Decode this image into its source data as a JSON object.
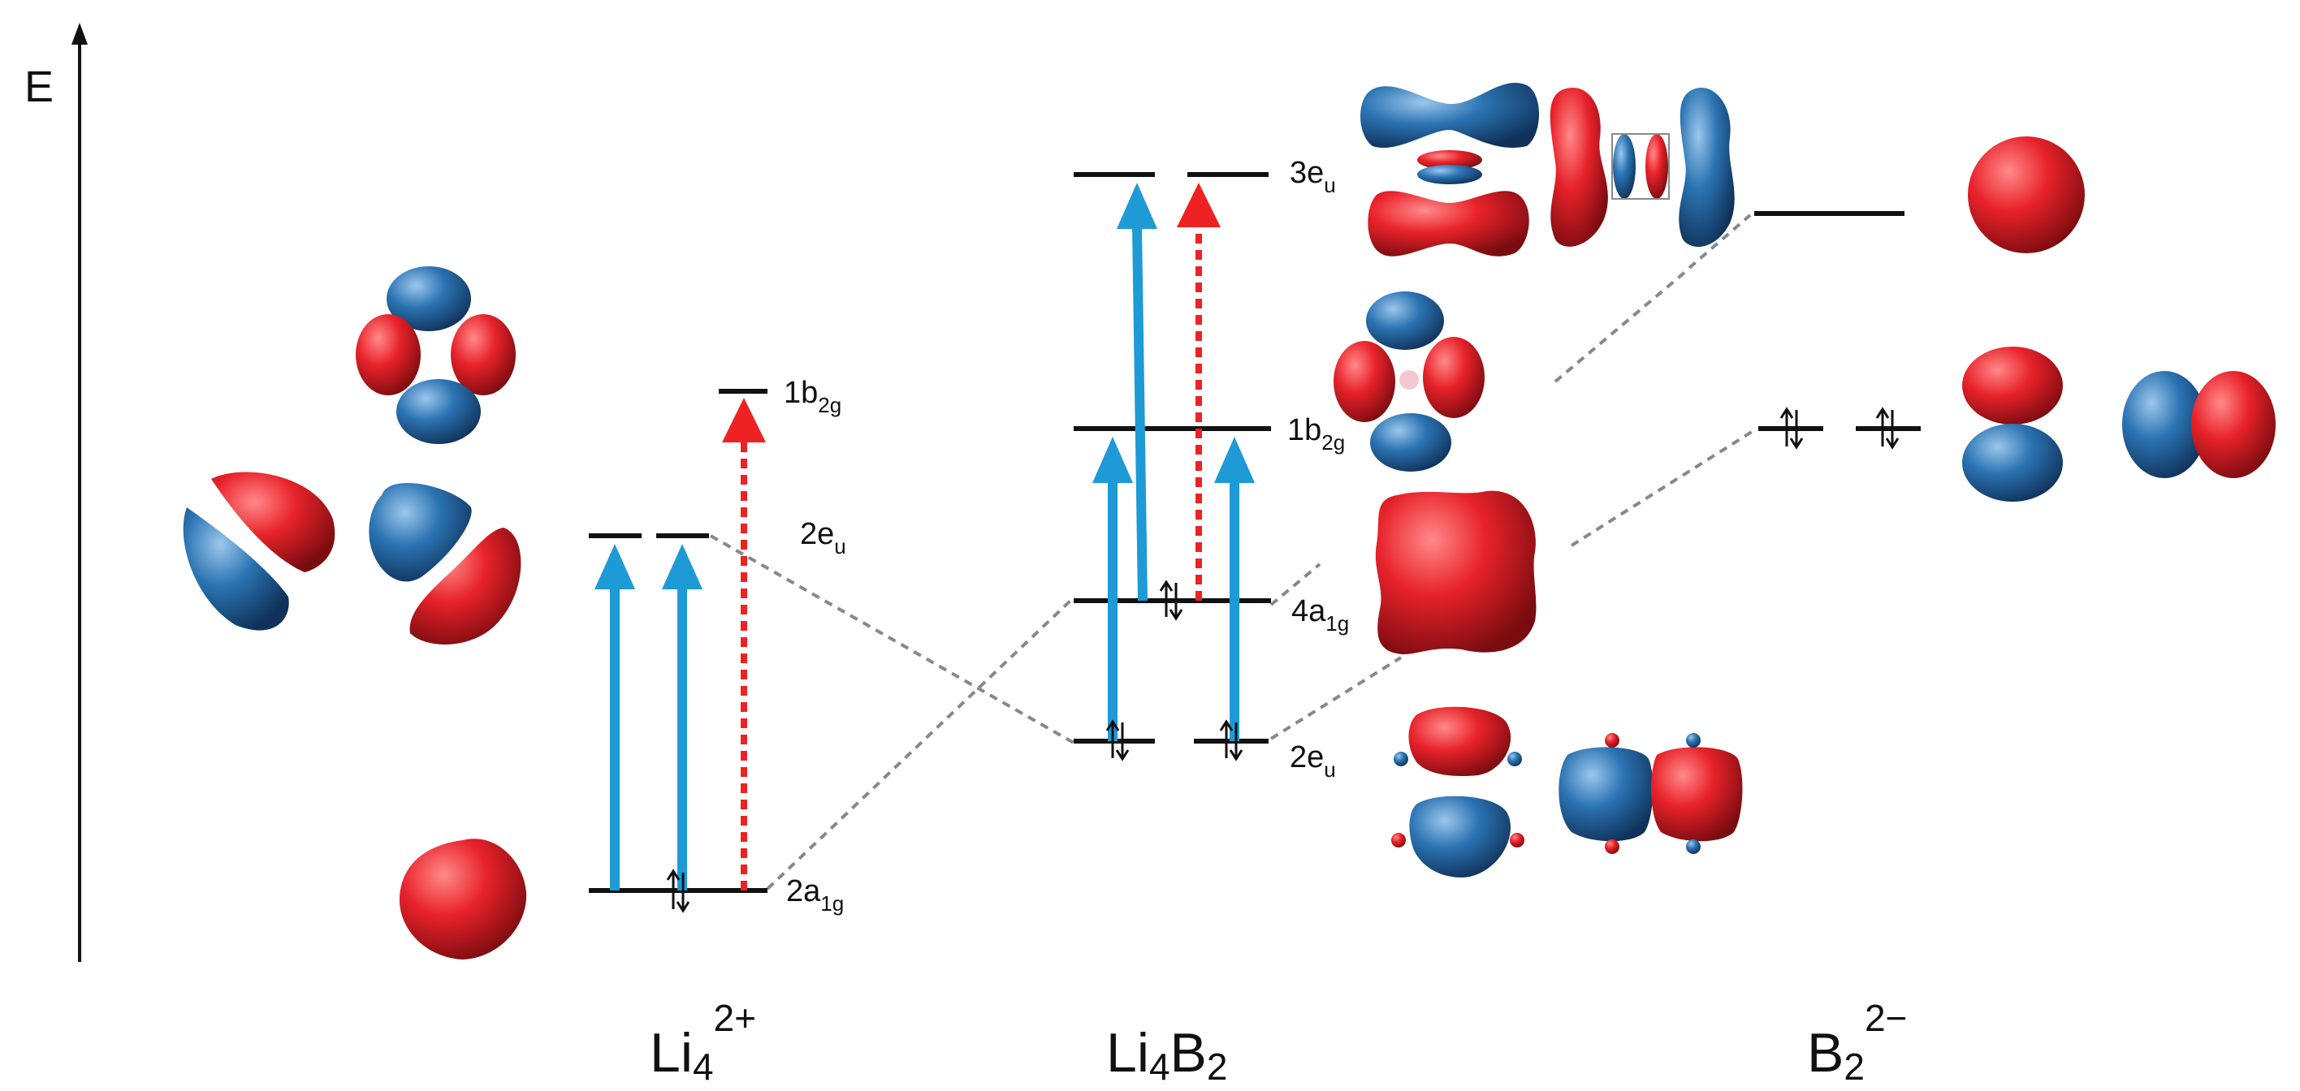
{
  "axis": {
    "label": "E"
  },
  "molecules": {
    "left": {
      "base": "Li",
      "sub": "4",
      "sup": "2+"
    },
    "middle": {
      "base1": "Li",
      "sub1": "4",
      "base2": "B",
      "sub2": "2"
    },
    "right": {
      "base": "B",
      "sub": "2",
      "sup": "2−"
    }
  },
  "levels": {
    "li4_1b2g": {
      "main": "1b",
      "sub": "2g"
    },
    "li4_2eu": {
      "main": "2e",
      "sub": "u"
    },
    "li4_2a1g": {
      "main": "2a",
      "sub": "1g"
    },
    "li4b2_3eu": {
      "main": "3e",
      "sub": "u"
    },
    "li4b2_1b2g": {
      "main": "1b",
      "sub": "2g"
    },
    "li4b2_4a1g": {
      "main": "4a",
      "sub": "1g"
    },
    "li4b2_2eu": {
      "main": "2e",
      "sub": "u"
    }
  },
  "colors": {
    "orbital_positive": "#e8222a",
    "orbital_negative": "#2b74b3",
    "allowed_transition": "#1e9ad6",
    "forbidden_transition": "#ee2222",
    "correlation_line": "#888888"
  }
}
